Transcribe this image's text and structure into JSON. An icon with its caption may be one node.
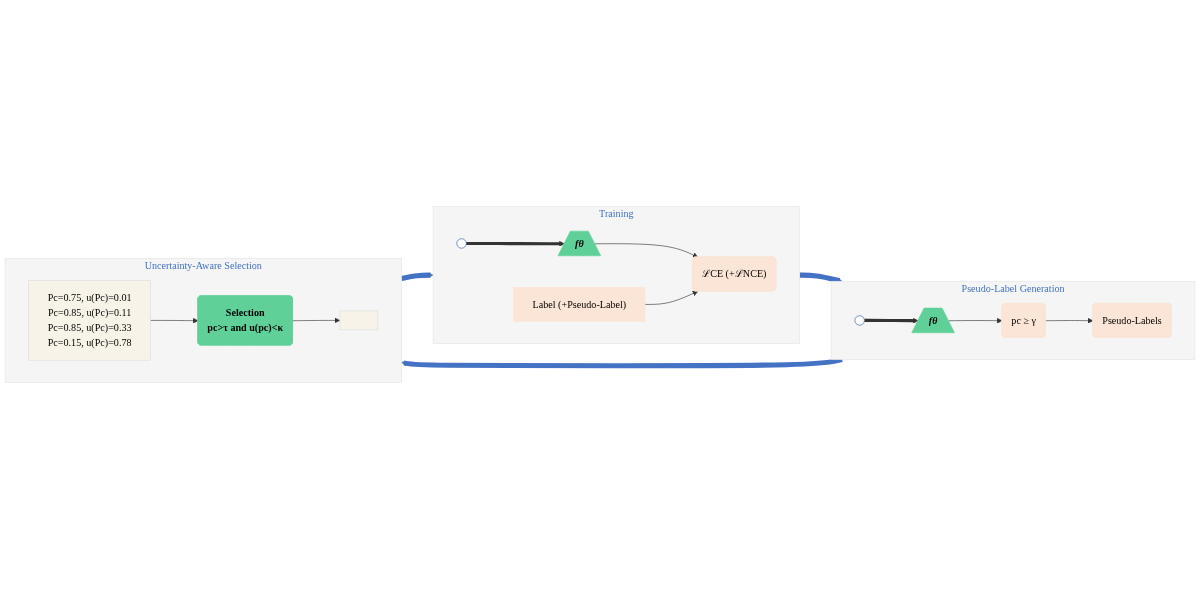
{
  "diagram": {
    "nodes": [
      {
        "text": [
          "Training"
        ]
      },
      {
        "text": [],
        "shape": "circle",
        "in": 0
      },
      {
        "text": [
          "fθ"
        ],
        "in": 0
      },
      {
        "text": [
          "Label (+Pseudo-Label)"
        ],
        "in": 0
      },
      {
        "text": [
          "ℒCE (+ℒNCE)"
        ],
        "in": 0
      },
      {
        "text": [
          "Pseudo-Label Generation"
        ]
      },
      {
        "text": [],
        "shape": "circle",
        "in": 5
      },
      {
        "text": [
          "fθ"
        ],
        "in": 5
      },
      {
        "text": [
          "pc ≥ γ"
        ],
        "in": 5
      },
      {
        "text": [
          "Pseudo-Labels"
        ],
        "in": 5
      },
      {
        "text": [
          "Uncertainty-Aware Selection"
        ]
      },
      {
        "text": [
          "Pc=0.75, u(Pc)=0.01",
          "Pc=0.85, u(Pc)=0.11",
          "Pc=0.85, u(Pc)=0.33",
          "Pc=0.15, u(Pc)=0.78"
        ],
        "in": 10
      },
      {
        "text": [
          "Selection",
          "pc>τ and u(pc)<κ"
        ],
        "in": 10
      },
      {
        "text": [],
        "shape": "box",
        "in": 10
      }
    ],
    "edges": [
      {
        "from": 1,
        "to": 2,
        "arrow": "to",
        "style": "thick"
      },
      {
        "from": 2,
        "to": 4,
        "arrow": "to"
      },
      {
        "from": 3,
        "to": 4,
        "arrow": "to"
      },
      {
        "from": 0,
        "to": 5,
        "arrow": "to",
        "style": "thick",
        "color": "#4472c4"
      },
      {
        "from": 6,
        "to": 7,
        "arrow": "to",
        "style": "thick"
      },
      {
        "from": 7,
        "to": 8,
        "arrow": "to"
      },
      {
        "from": 8,
        "to": 9,
        "arrow": "to"
      },
      {
        "from": 5,
        "to": 10,
        "arrow": "to",
        "style": "thick",
        "color": "#4472c4"
      },
      {
        "from": 11,
        "to": 12,
        "arrow": "to"
      },
      {
        "from": 12,
        "to": 13,
        "arrow": "to"
      },
      {
        "from": 10,
        "to": 0,
        "arrow": "to",
        "style": "thick",
        "color": "#4472c4"
      }
    ]
  }
}
